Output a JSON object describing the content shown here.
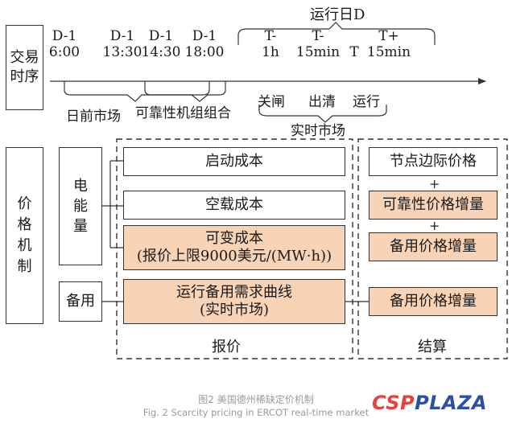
{
  "timeline": {
    "row_label_chars": [
      "交易",
      "时序"
    ],
    "operating_day": "运行日D",
    "day_ahead_times": [
      {
        "line1": "D-1",
        "line2": "6:00"
      },
      {
        "line1": "D-1",
        "line2": "13:30"
      },
      {
        "line1": "D-1",
        "line2": "14:30"
      },
      {
        "line1": "D-1",
        "line2": "18:00"
      }
    ],
    "realtime_times": [
      {
        "line1": "T-",
        "line2": "1h"
      },
      {
        "line1": "T-",
        "line2": "15min"
      },
      {
        "line1": "",
        "line2": "T"
      },
      {
        "line1": "T+",
        "line2": "15min"
      }
    ],
    "day_ahead_market": "日前市场",
    "ruc": "可靠性机组组合",
    "rt_steps": [
      "关闸",
      "出清",
      "运行"
    ],
    "rt_market": "实时市场"
  },
  "pricing": {
    "row_label_chars": [
      "价",
      "格",
      "机",
      "制"
    ],
    "energy_chars": [
      "电",
      "能",
      "量"
    ],
    "reserve": "备用",
    "offer": {
      "startup_cost": "启动成本",
      "noload_cost": "空载成本",
      "variable_cost_line1": "可变成本",
      "variable_cost_line2": "(报价上限9000美元/(MW·h))",
      "ordc_line1": "运行备用需求曲线",
      "ordc_line2": "(实时市场)",
      "group_label": "报价"
    },
    "settlement": {
      "lmp": "节点边际价格",
      "plus1": "+",
      "reliability_adder": "可靠性价格增量",
      "plus2": "+",
      "reserve_adder": "备用价格增量",
      "reserve_adder2": "备用价格增量",
      "group_label": "结算"
    }
  },
  "caption": {
    "cn": "图2 美国德州稀缺定价机制",
    "en": "Fig. 2 Scarcity pricing in ERCOT real-time market"
  },
  "watermark": {
    "part1": "CSP",
    "part2": "PLAZA"
  },
  "colors": {
    "orange_fill": "#f8d3b6",
    "line": "#333333",
    "caption": "#9a9a9a",
    "logo_red": "#e8413a",
    "logo_blue": "#2e4fa3"
  }
}
